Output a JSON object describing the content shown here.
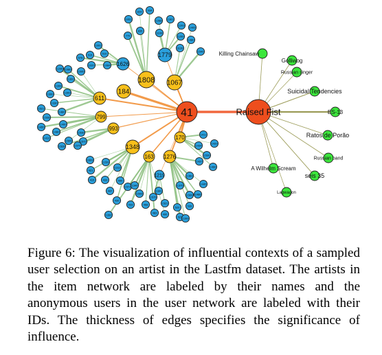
{
  "caption": "Figure 6: The visualization of influential contexts of a sampled user selection on an artist in the Lastfm dataset. The artists in the item network are labeled by their names and the anonymous users in the user network are labeled with their IDs. The thickness of edges specifies the significance of influence.",
  "colors": {
    "hub": "#ee4e1d",
    "user_major": "#f8c01b",
    "user_minor": "#2aa0dd",
    "artist": "#3ce63c",
    "edge_user": "#8dbf80",
    "edge_hub": "#f08a2c",
    "edge_item": "#8a8a3a"
  },
  "user_network": {
    "center": {
      "label": "41"
    },
    "hubs": [
      {
        "label": "184"
      },
      {
        "label": "1808"
      },
      {
        "label": "1067"
      },
      {
        "label": "1779"
      },
      {
        "label": "1626"
      },
      {
        "label": "611"
      },
      {
        "label": "799"
      },
      {
        "label": "993"
      },
      {
        "label": "1348"
      },
      {
        "label": "163"
      },
      {
        "label": "1276"
      },
      {
        "label": "170"
      },
      {
        "label": "1219"
      }
    ],
    "leaf_labels": [
      "824",
      "934",
      "1051",
      "835",
      "770",
      "1268",
      "1301",
      "1108",
      "1203",
      "1259",
      "1405",
      "1480",
      "1540",
      "1126",
      "1091",
      "510",
      "515",
      "578",
      "1020",
      "1084",
      "1095",
      "1080",
      "1245",
      "1302",
      "1306",
      "1300",
      "1330",
      "1460",
      "1521",
      "1538",
      "1300",
      "1400",
      "1455",
      "1412",
      "1480",
      "1505",
      "1528",
      "1538",
      "1572",
      "1579",
      "1603",
      "421",
      "415",
      "433",
      "490",
      "447",
      "430",
      "433",
      "468",
      "483",
      "490",
      "520",
      "523",
      "539",
      "1411",
      "1420",
      "1434",
      "1530",
      "1466",
      "1437",
      "1445",
      "1488",
      "1509",
      "1521",
      "1575",
      "1506",
      "1571",
      "1233",
      "1312",
      "1340",
      "1341",
      "1375",
      "1383",
      "1399",
      "1392"
    ]
  },
  "item_network": {
    "center": {
      "label": "Raised Fist"
    },
    "artists": [
      {
        "label": "Killing Chainsaw"
      },
      {
        "label": "Golliwog"
      },
      {
        "label": "Russian singer"
      },
      {
        "label": "Suicidal Tendencies"
      },
      {
        "label": "ES-13"
      },
      {
        "label": "Ratos de Porão"
      },
      {
        "label": "Russian band"
      },
      {
        "label": "seis 35"
      },
      {
        "label": "A Wilhelm Scream"
      },
      {
        "label": "Lagwagon"
      }
    ]
  }
}
